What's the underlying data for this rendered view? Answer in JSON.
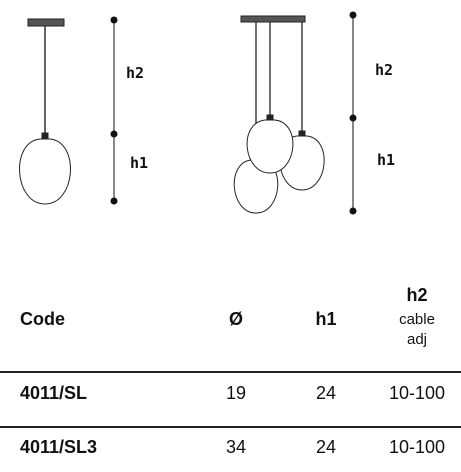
{
  "dimensions": {
    "single": {
      "h1": "h1",
      "h2": "h2"
    },
    "triple": {
      "h1": "h1",
      "h2": "h2"
    }
  },
  "table": {
    "headers": {
      "code": "Code",
      "diameter": "Ø",
      "h1": "h1",
      "h2": "h2",
      "h2_note_line1": "cable",
      "h2_note_line2": "adj"
    },
    "rows": [
      {
        "code": "4011/SL",
        "diameter": "19",
        "h1": "24",
        "h2": "10-100"
      },
      {
        "code": "4011/SL3",
        "diameter": "34",
        "h1": "24",
        "h2": "10-100"
      }
    ]
  }
}
